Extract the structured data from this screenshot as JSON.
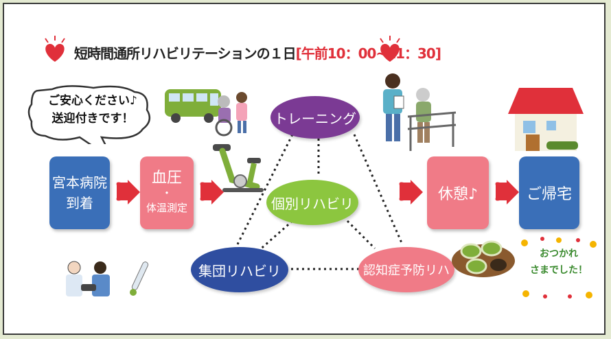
{
  "title": {
    "main": "短時間通所リハビリテーションの１日",
    "time": "[午前10：00~11：30]"
  },
  "bubble": {
    "line1": "ご安心ください♪",
    "line2": "送迎付きです！"
  },
  "steps": {
    "arrival_line1": "宮本病院",
    "arrival_line2": "到着",
    "vitals_line1": "血圧",
    "vitals_dot": "・",
    "vitals_line2": "体温測定",
    "rest": "休憩♪",
    "home": "ご帰宅"
  },
  "activities": {
    "training": "トレーニング",
    "individual": "個別リハビリ",
    "group": "集団リハビリ",
    "dementia": "認知症予防リハ"
  },
  "otsukare": {
    "line1": "おつかれ",
    "line2": "さまでした！"
  },
  "colors": {
    "blue": "#3a6fb8",
    "pink": "#f07b87",
    "purple": "#7b3a94",
    "green": "#8cc63f",
    "navy": "#2f4ea0",
    "heart": "#e0303a"
  }
}
